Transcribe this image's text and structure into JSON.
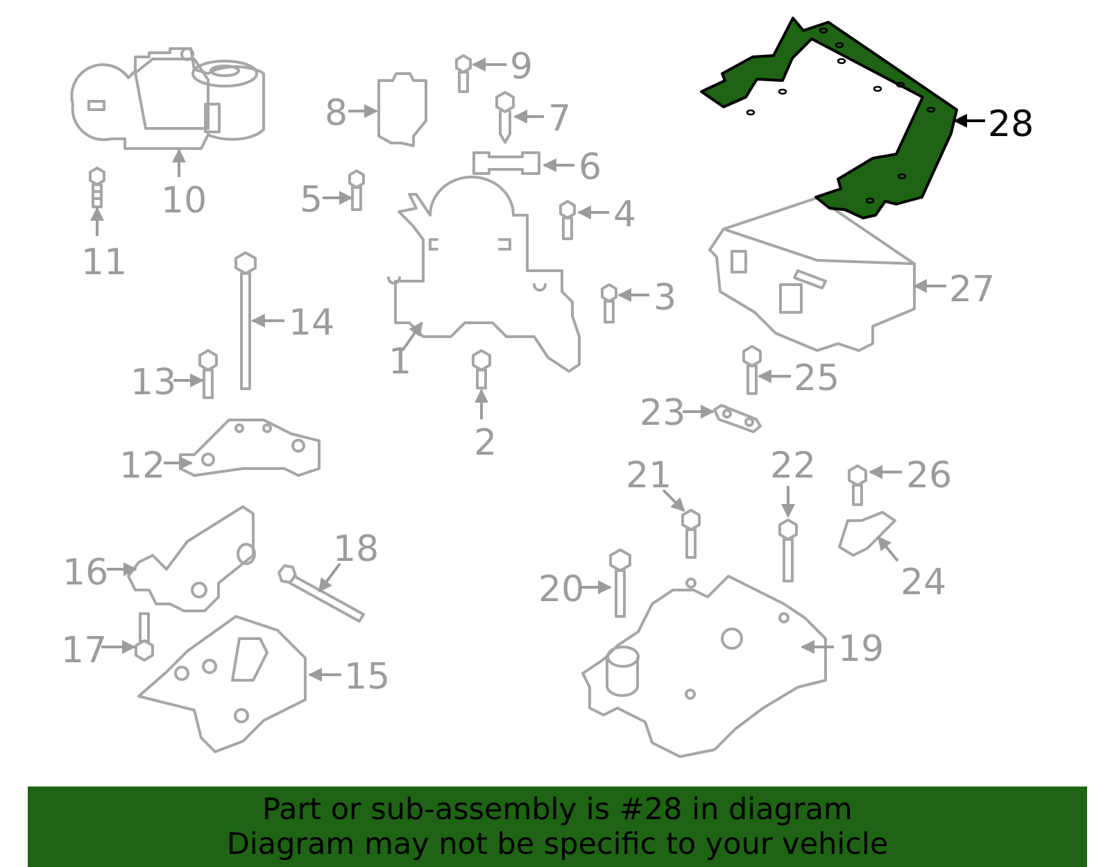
{
  "diagram": {
    "callouts": [
      "1",
      "2",
      "3",
      "4",
      "5",
      "6",
      "7",
      "8",
      "9",
      "10",
      "11",
      "12",
      "13",
      "14",
      "15",
      "16",
      "17",
      "18",
      "19",
      "20",
      "21",
      "22",
      "23",
      "24",
      "25",
      "26",
      "27",
      "28"
    ],
    "selected_part": "28",
    "highlight_color": "#1e6414"
  },
  "banner": {
    "line1": "Part or sub-assembly is #28 in diagram",
    "line2": "Diagram may not be specific to your vehicle",
    "background": "#1e6414"
  }
}
